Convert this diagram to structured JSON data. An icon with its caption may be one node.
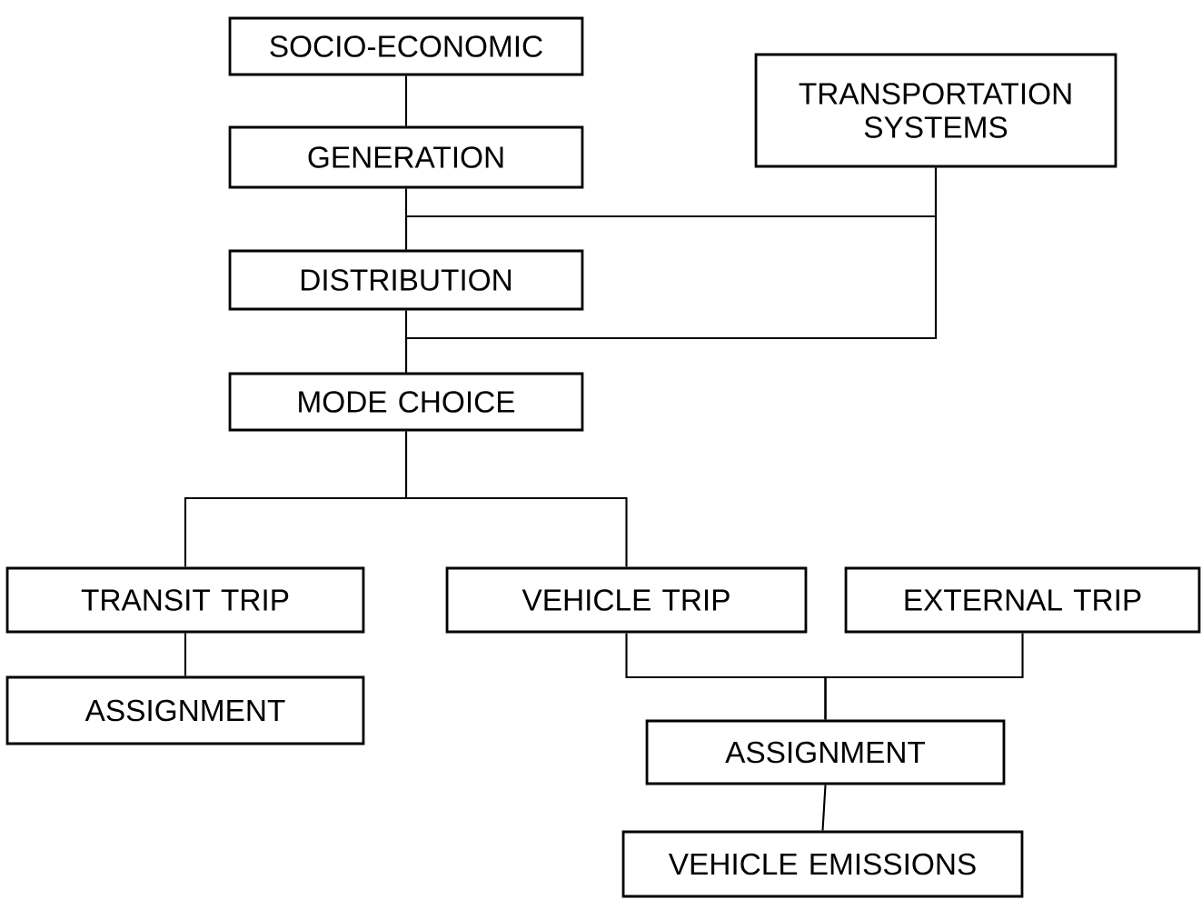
{
  "diagram": {
    "nodes": [
      {
        "text": [
          "SOCIO-ECONOMIC"
        ]
      },
      {
        "text": [
          "GENERATION"
        ]
      },
      {
        "text": [
          "TRANSPORTATION SYSTEMS"
        ]
      },
      {
        "text": [
          "DISTRIBUTION"
        ]
      },
      {
        "text": [
          "MODE CHOICE"
        ]
      },
      {
        "text": [
          "TRANSIT TRIP"
        ]
      },
      {
        "text": [
          "VEHICLE TRIP"
        ]
      },
      {
        "text": [
          "EXTERNAL TRIP"
        ]
      },
      {
        "text": [
          "ASSIGNMENT"
        ]
      },
      {
        "text": [
          "ASSIGNMENT"
        ]
      },
      {
        "text": [
          "VEHICLE EMISSIONS"
        ]
      }
    ],
    "edges": [
      {
        "from": 0,
        "to": 1,
        "arrow": "none"
      },
      {
        "from": 1,
        "to": 3,
        "arrow": "none"
      },
      {
        "from": 2,
        "to": 3,
        "arrow": "none"
      },
      {
        "from": 3,
        "to": 4,
        "arrow": "none"
      },
      {
        "from": 2,
        "to": 4,
        "arrow": "none"
      },
      {
        "from": 4,
        "to": 5,
        "arrow": "none"
      },
      {
        "from": 4,
        "to": 6,
        "arrow": "none"
      },
      {
        "from": 5,
        "to": 8,
        "arrow": "none"
      },
      {
        "from": 6,
        "to": 9,
        "arrow": "none"
      },
      {
        "from": 7,
        "to": 9,
        "arrow": "none"
      },
      {
        "from": 9,
        "to": 10,
        "arrow": "none"
      }
    ]
  }
}
